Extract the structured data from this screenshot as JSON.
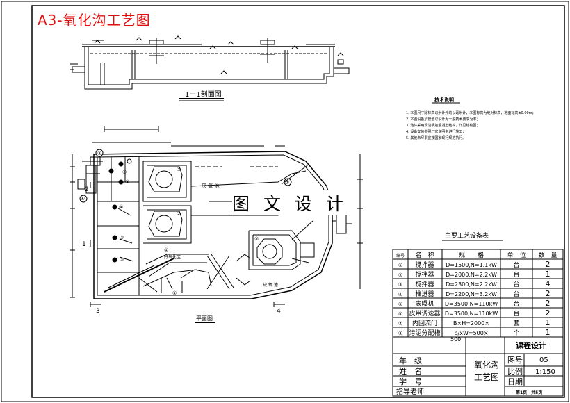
{
  "title": "A3-氧化沟工艺图",
  "watermark": "图 文 设 计",
  "section_label": "1－1剖面图",
  "plan_label": "平面图",
  "section_marks": {
    "mark_1": "1",
    "mark_2": "2",
    "mark_3": "3",
    "mark_4": "4"
  },
  "plan_texts": {
    "anaerobic": "厌 氧 池",
    "aerobic": "好氧化区",
    "anoxic": "缺 氧 池"
  },
  "notes": {
    "heading": "技术说明",
    "lines": [
      "1. 本图尺寸除标高以米计外均以毫米计，本图标高为绝对标高，地面标高±0.00m；",
      "2. 本图设备及管道以设计为一般技术要求为准；",
      "3. 池体采用现浇钢筋混凝土结构，详见结构图；",
      "4. 设备安装参照厂家说明书进行施工；",
      "5. 其他未尽事宜按国家现行规范执行。"
    ]
  },
  "equipment_table": {
    "title": "主要工艺设备表",
    "headers": [
      "编号",
      "名　称",
      "规　　格",
      "单　位",
      "数　量"
    ],
    "rows": [
      [
        "①",
        "搅拌器",
        "D=1500,N=1.1kW",
        "台",
        "2"
      ],
      [
        "②",
        "搅拌器",
        "D=2000,N=2.2kW",
        "台",
        "1"
      ],
      [
        "③",
        "搅拌器",
        "D=2300,N=2.2kW",
        "台",
        "4"
      ],
      [
        "④",
        "推进器",
        "D=2200,N=3.2kW",
        "台",
        "2"
      ],
      [
        "⑤",
        "表曝机",
        "D=3500,N=110kW",
        "台",
        "2"
      ],
      [
        "⑥",
        "皮带调速器",
        "D=3500,N=110kW",
        "台",
        "2"
      ],
      [
        "⑦",
        "内回流门",
        "B×H=2000×",
        "套",
        "1"
      ],
      [
        "⑧",
        "污泥分配槽",
        "b/xW=500×",
        "个",
        "1"
      ]
    ],
    "overflow_note": "500"
  },
  "title_block": {
    "course": "课程设计",
    "labels": {
      "grade": "年　级",
      "name": "姓　名",
      "student_id": "学　号",
      "advisor": "指导老师"
    },
    "drawing_name_line1": "氧化沟",
    "drawing_name_line2": "工艺图",
    "fields": {
      "drawing_no_label": "图号",
      "drawing_no": "05",
      "scale_label": "比例",
      "scale": "1:150",
      "date_label": "日期"
    },
    "sheet_info": "第1页　共5页"
  }
}
